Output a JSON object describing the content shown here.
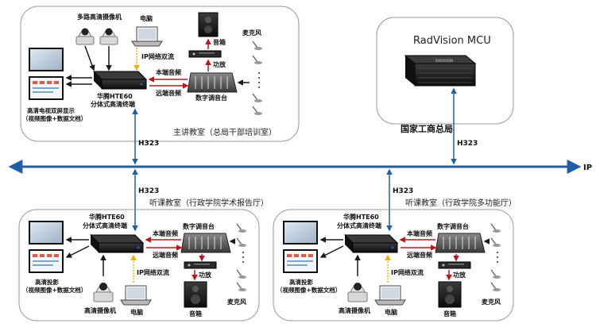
{
  "network": {
    "ip_label": "IP",
    "h323_label": "H323",
    "ip_link_label": "IP网络双流",
    "local_audio_label": "本端音频",
    "remote_audio_label": "远端音频"
  },
  "top_room": {
    "room_label": "主讲教室（总局干部培训室）",
    "hd_cameras_label": "多路高清摄像机",
    "pc_label": "电脑",
    "speaker_label": "音箱",
    "amplifier_label": "功放",
    "mic_label": "麦克风",
    "mixer_label": "数字调音台",
    "terminal_label_1": "华腾HTE60",
    "terminal_label_2": "分体式高清终端",
    "display_label_1": "高清电视双屏显示",
    "display_label_2": "（视频图像+数据文档）"
  },
  "mcu": {
    "title": "RadVision MCU",
    "site_label": "国家工商总局",
    "screen_text": "RADVISION"
  },
  "bottom_rooms": [
    {
      "room_label": "听课教室（行政学院学术报告厅）",
      "terminal_label_1": "华腾HTE60",
      "terminal_label_2": "分体式高清终端",
      "mixer_label": "数字调音台",
      "amplifier_label": "功放",
      "speaker_label": "音箱",
      "mic_label": "麦克风",
      "camera_label": "高清摄像机",
      "pc_label": "电脑",
      "projection_label_1": "高清投影",
      "projection_label_2": "（视频图像+数据文档）"
    },
    {
      "room_label": "听课教室（行政学院多功能厅）",
      "terminal_label_1": "华腾HTE60",
      "terminal_label_2": "分体式高清终端",
      "mixer_label": "数字调音台",
      "amplifier_label": "功放",
      "speaker_label": "音箱",
      "mic_label": "麦克风",
      "camera_label": "高清摄像机",
      "pc_label": "电脑",
      "projection_label_1": "高清投影",
      "projection_label_2": "（视频图像+数据文档）"
    }
  ],
  "colors": {
    "network_blue": "#1f5fa8",
    "audio_red": "#c0141b",
    "ip_yellow": "#f0b400",
    "device_black": "#1a1a1a"
  }
}
